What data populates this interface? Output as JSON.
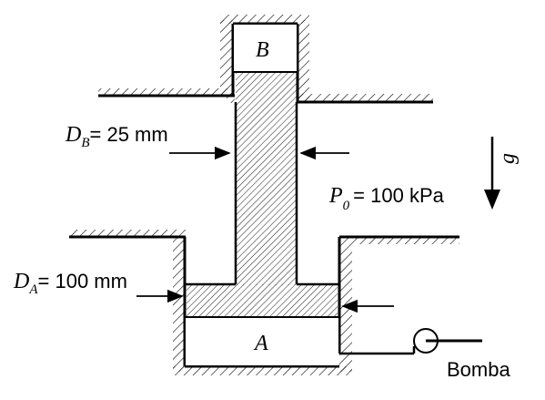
{
  "labels": {
    "piston_b": "B",
    "piston_a": "A",
    "db_symbol": "D",
    "db_subscript": "B",
    "db_value": "= 25 mm",
    "da_symbol": "D",
    "da_subscript": "A",
    "da_value": "= 100 mm",
    "p0_symbol": "P",
    "p0_subscript": "0",
    "p0_value": "= 100 kPa",
    "gravity": "g",
    "pump": "Bomba"
  }
}
